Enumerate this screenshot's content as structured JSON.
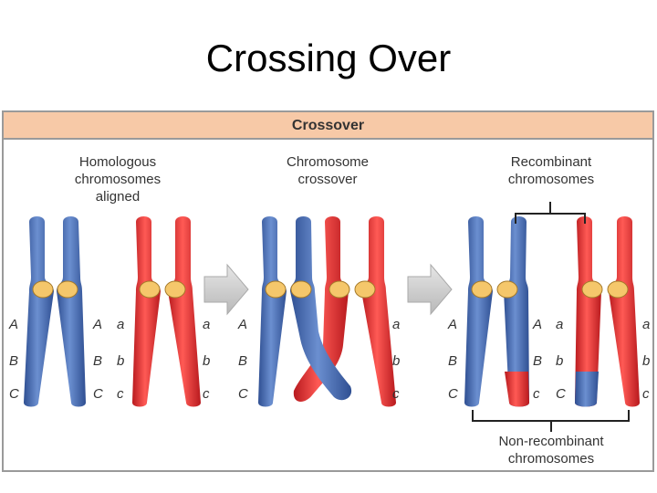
{
  "slide": {
    "title": "Crossing Over"
  },
  "figure": {
    "header": "Crossover",
    "captions": {
      "aligned_l1": "Homologous",
      "aligned_l2": "chromosomes",
      "aligned_l3": "aligned",
      "crossover_l1": "Chromosome",
      "crossover_l2": "crossover",
      "recombinant_l1": "Recombinant",
      "recombinant_l2": "chromosomes",
      "nonrecombinant_l1": "Non-recombinant",
      "nonrecombinant_l2": "chromosomes"
    },
    "genes": {
      "A": "A",
      "B": "B",
      "C": "C",
      "a": "a",
      "b": "b",
      "c": "c"
    },
    "colors": {
      "blue": "#4a6fb5",
      "red": "#e8262b",
      "centromere": "#f5c76b",
      "header_bg": "#f7c9a7",
      "arrow": "#cccccc"
    }
  }
}
